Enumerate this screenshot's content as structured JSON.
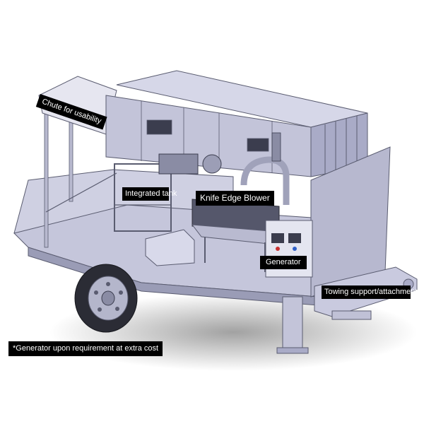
{
  "labels": {
    "chute": "Chute for usability",
    "tank": "Integrated tank",
    "blower": "Knife Edge Blower",
    "generator": "Generator",
    "towing": "Towing support/attachment"
  },
  "footnote": "*Generator upon requirement at extra cost",
  "colors": {
    "body": "#c9cadf",
    "body_dark": "#a9abc7",
    "outline": "#5a5c70",
    "callout_bg": "#000000",
    "callout_text": "#ffffff"
  }
}
